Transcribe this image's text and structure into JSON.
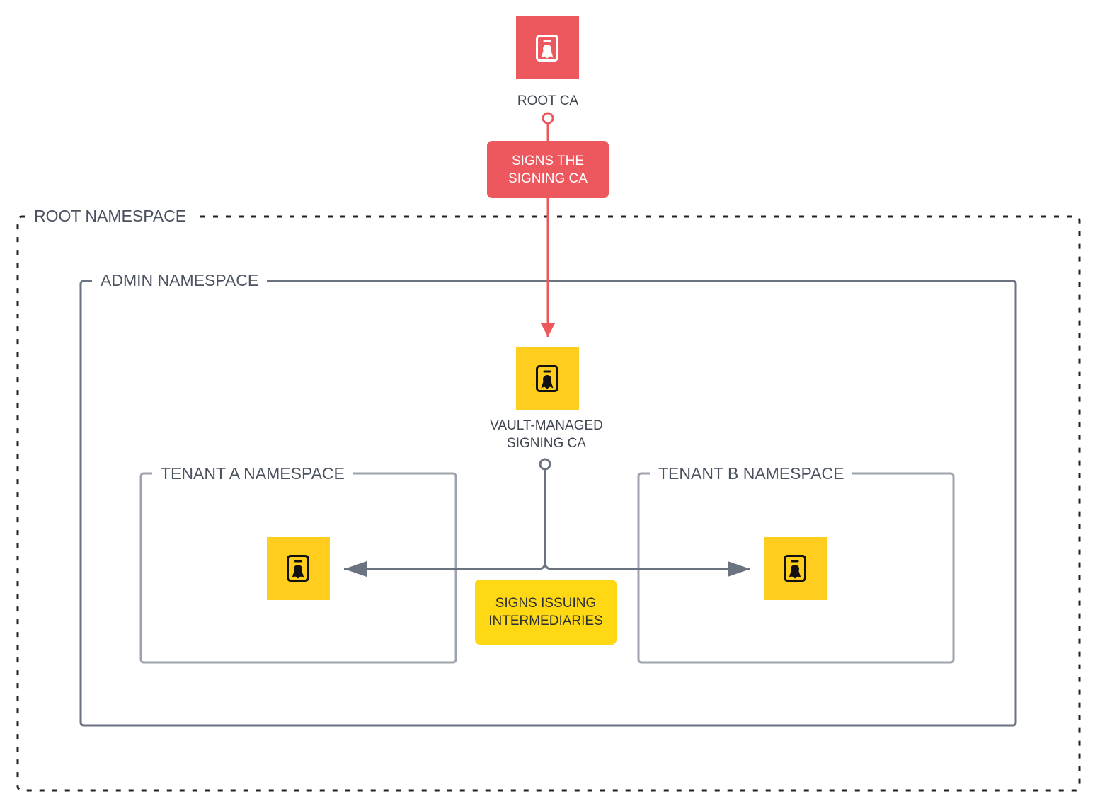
{
  "frames": {
    "root_namespace": "ROOT NAMESPACE",
    "admin_namespace": "ADMIN NAMESPACE",
    "tenant_a_namespace": "TENANT A NAMESPACE",
    "tenant_b_namespace": "TENANT B NAMESPACE"
  },
  "nodes": {
    "root_ca": {
      "label": "ROOT CA",
      "icon": "certificate-icon",
      "color": "#ec585d"
    },
    "signing_ca": {
      "label": "VAULT-MANAGED\nSIGNING CA",
      "icon": "certificate-icon",
      "color": "#fecd1e"
    },
    "tenant_a_ca": {
      "icon": "certificate-icon",
      "color": "#fecd1e"
    },
    "tenant_b_ca": {
      "icon": "certificate-icon",
      "color": "#fecd1e"
    }
  },
  "edges": {
    "root_to_signing": {
      "label": "SIGNS THE\nSIGNING CA",
      "color": "#ec585d"
    },
    "signing_to_tenants": {
      "label": "SIGNS ISSUING\nINTERMEDIARIES",
      "color": "#6b7280"
    }
  }
}
